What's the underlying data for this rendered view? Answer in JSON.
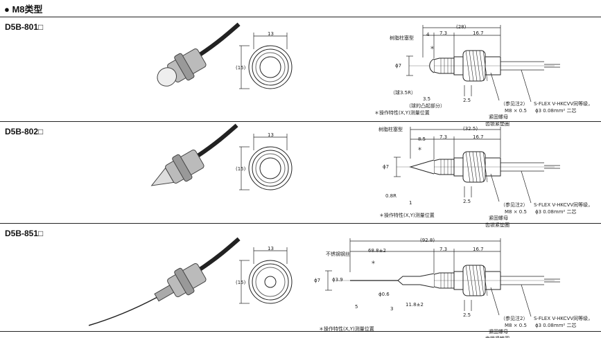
{
  "title": "● M8类型",
  "common": {
    "front_width": "13",
    "front_height": "(15)",
    "dim_73": "7.3",
    "dim_167": "16.7",
    "dim_25": "2.5",
    "phi7": "ϕ7",
    "note2": "（参见注2）",
    "thread": "M8 × 0.5",
    "nut": "紧固螺母",
    "washer": "齿锁紧垫圈",
    "cable1": "S-FLEX V-HKCVV同等级，",
    "cable2": "ϕ3 0.08mm² 二芯",
    "measure": "＊操作特性(X,Y)测量位置",
    "star": "＊"
  },
  "sections": [
    {
      "model": "D5B-801□",
      "plunger": "树脂柱塞型",
      "total": "(28)",
      "tip": "4",
      "ball": "（球3.5R）",
      "protrude": "3.5",
      "protrude_label": "（球的凸起部分）"
    },
    {
      "model": "D5B-802□",
      "plunger": "树脂柱塞型",
      "total": "(32.5)",
      "tip": "8.5",
      "radius": "0.8R",
      "small": "1"
    },
    {
      "model": "D5B-851□",
      "plunger": "不锈钢钢丝",
      "total": "(92.8)",
      "tip": "68.8±2",
      "phi39": "ϕ3.9",
      "phi06": "ϕ0.6",
      "d5": "5",
      "d3": "3",
      "d118": "11.8±2"
    }
  ]
}
